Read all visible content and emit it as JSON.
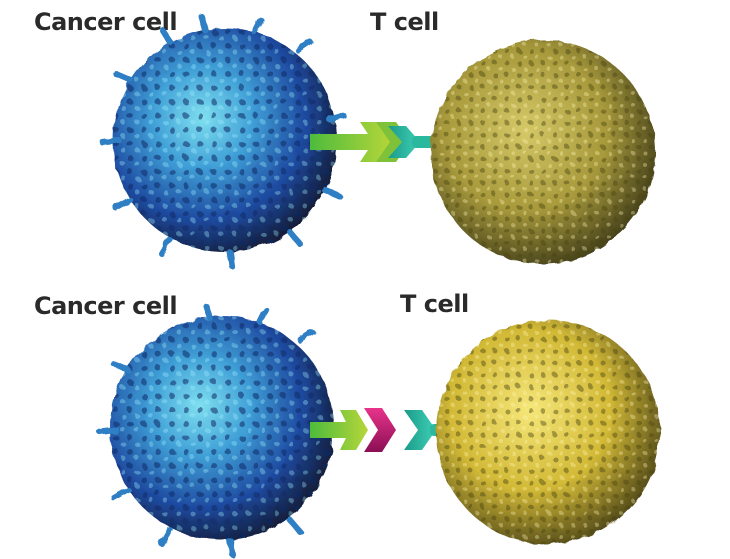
{
  "panels": [
    {
      "cancer_label": "Cancer cell",
      "tcell_label": "T cell",
      "interaction": "bound"
    },
    {
      "cancer_label": "Cancer cell",
      "tcell_label": "T cell",
      "interaction": "blocked"
    }
  ],
  "colors": {
    "cancer_dark": "#1d3f8f",
    "cancer_mid": "#2f7fc4",
    "cancer_light": "#6fd0e8",
    "tcell_top_dark": "#6f6a22",
    "tcell_top_mid": "#b9ae4a",
    "tcell_bottom_mid": "#d9c43a",
    "tcell_bottom_light": "#f2e16a",
    "receptor_green": "#6cc23a",
    "receptor_teal": "#1fa58c",
    "blocker_magenta": "#c21a7a"
  }
}
